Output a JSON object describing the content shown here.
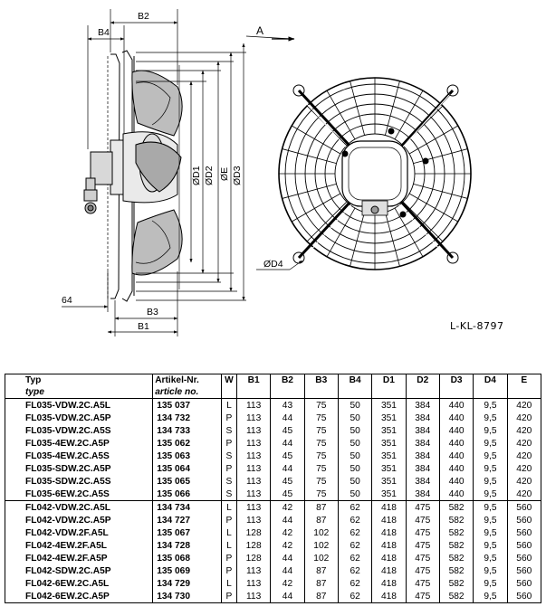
{
  "drawing": {
    "labels": {
      "b1": "B1",
      "b2": "B2",
      "b3": "B3",
      "b4": "B4",
      "offset": "64",
      "d1": "ØD1",
      "d2": "ØD2",
      "de": "ØE",
      "d3": "ØD3",
      "d4": "ØD4",
      "view": "A"
    },
    "code": "L-KL-8797"
  },
  "table": {
    "headers": {
      "typ": "Typ",
      "typ_en": "type",
      "art": "Artikel-Nr.",
      "art_en": "article no.",
      "w": "W",
      "b1": "B1",
      "b2": "B2",
      "b3": "B3",
      "b4": "B4",
      "d1": "D1",
      "d2": "D2",
      "d3": "D3",
      "d4": "D4",
      "e": "E"
    },
    "rows": [
      [
        "FL035-VDW.2C.A5L",
        "135 037",
        "L",
        "113",
        "43",
        "75",
        "50",
        "351",
        "384",
        "440",
        "9,5",
        "420"
      ],
      [
        "FL035-VDW.2C.A5P",
        "134 732",
        "P",
        "113",
        "44",
        "75",
        "50",
        "351",
        "384",
        "440",
        "9,5",
        "420"
      ],
      [
        "FL035-VDW.2C.A5S",
        "134 733",
        "S",
        "113",
        "45",
        "75",
        "50",
        "351",
        "384",
        "440",
        "9,5",
        "420"
      ],
      [
        "FL035-4EW.2C.A5P",
        "135 062",
        "P",
        "113",
        "44",
        "75",
        "50",
        "351",
        "384",
        "440",
        "9,5",
        "420"
      ],
      [
        "FL035-4EW.2C.A5S",
        "135 063",
        "S",
        "113",
        "45",
        "75",
        "50",
        "351",
        "384",
        "440",
        "9,5",
        "420"
      ],
      [
        "FL035-SDW.2C.A5P",
        "135 064",
        "P",
        "113",
        "44",
        "75",
        "50",
        "351",
        "384",
        "440",
        "9,5",
        "420"
      ],
      [
        "FL035-SDW.2C.A5S",
        "135 065",
        "S",
        "113",
        "45",
        "75",
        "50",
        "351",
        "384",
        "440",
        "9,5",
        "420"
      ],
      [
        "FL035-6EW.2C.A5S",
        "135 066",
        "S",
        "113",
        "45",
        "75",
        "50",
        "351",
        "384",
        "440",
        "9,5",
        "420"
      ],
      [
        "FL042-VDW.2C.A5L",
        "134 734",
        "L",
        "113",
        "42",
        "87",
        "62",
        "418",
        "475",
        "582",
        "9,5",
        "560"
      ],
      [
        "FL042-VDW.2C.A5P",
        "134 727",
        "P",
        "113",
        "44",
        "87",
        "62",
        "418",
        "475",
        "582",
        "9,5",
        "560"
      ],
      [
        "FL042-VDW.2F.A5L",
        "135 067",
        "L",
        "128",
        "42",
        "102",
        "62",
        "418",
        "475",
        "582",
        "9,5",
        "560"
      ],
      [
        "FL042-4EW.2F.A5L",
        "134 728",
        "L",
        "128",
        "42",
        "102",
        "62",
        "418",
        "475",
        "582",
        "9,5",
        "560"
      ],
      [
        "FL042-4EW.2F.A5P",
        "135 068",
        "P",
        "128",
        "44",
        "102",
        "62",
        "418",
        "475",
        "582",
        "9,5",
        "560"
      ],
      [
        "FL042-SDW.2C.A5P",
        "135 069",
        "P",
        "113",
        "44",
        "87",
        "62",
        "418",
        "475",
        "582",
        "9,5",
        "560"
      ],
      [
        "FL042-6EW.2C.A5L",
        "134 729",
        "L",
        "113",
        "42",
        "87",
        "62",
        "418",
        "475",
        "582",
        "9,5",
        "560"
      ],
      [
        "FL042-6EW.2C.A5P",
        "134 730",
        "P",
        "113",
        "44",
        "87",
        "62",
        "418",
        "475",
        "582",
        "9,5",
        "560"
      ]
    ]
  }
}
